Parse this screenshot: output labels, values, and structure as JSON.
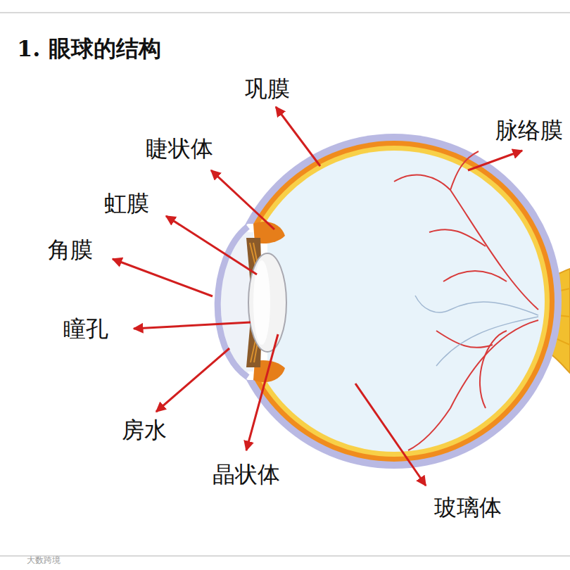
{
  "diagram": {
    "title": "1. 眼球的结构",
    "labels": [
      "巩膜",
      "睫状体",
      "虹膜",
      "角膜",
      "瞳孔",
      "房水",
      "晶状体",
      "玻璃体",
      "脉络膜",
      "大数跨境"
    ]
  }
}
